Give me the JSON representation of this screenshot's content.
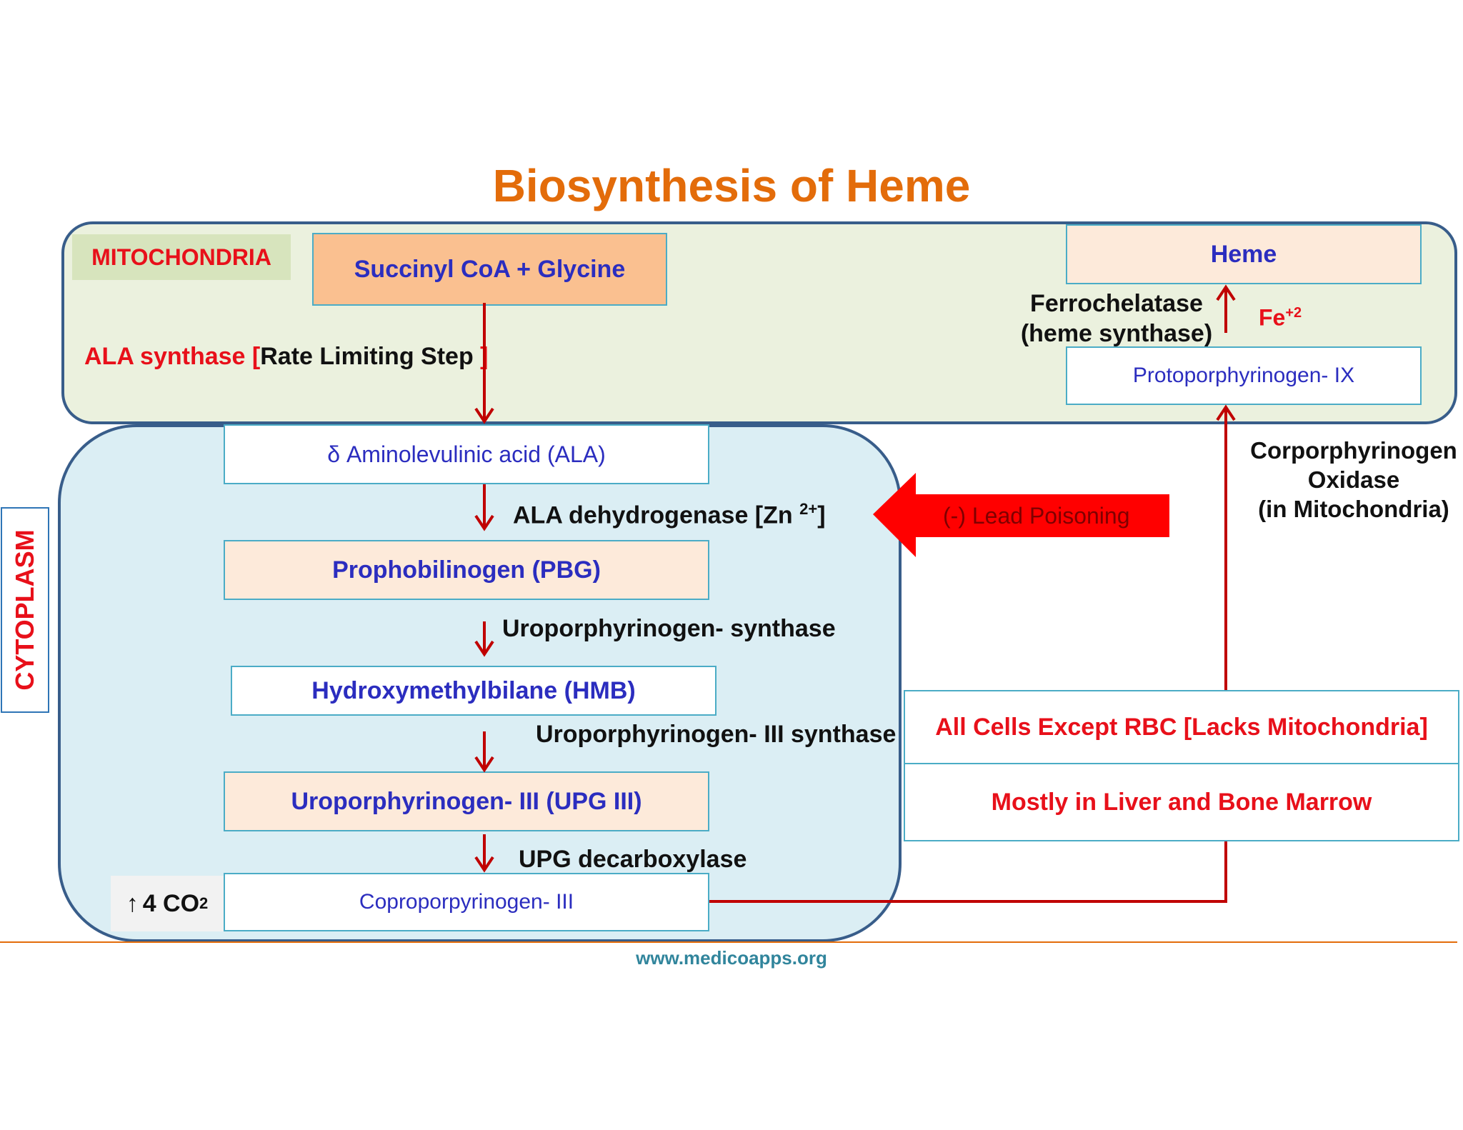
{
  "title": "Biosynthesis of Heme",
  "compartments": {
    "mitochondria": "MITOCHONDRIA",
    "cytoplasm": "CYTOPLASM"
  },
  "nodes": {
    "succinyl": "Succinyl CoA + Glycine",
    "ala": "δ Aminolevulinic acid (ALA)",
    "pbg": "Prophobilinogen (PBG)",
    "hmb": "Hydroxymethylbilane (HMB)",
    "upg3": "Uroporphyrinogen- III (UPG III)",
    "copro": "Coproporpyrinogen- III",
    "proto": "Protoporphyrinogen- IX",
    "heme": "Heme"
  },
  "enzymes": {
    "ala_synthase": "ALA synthase",
    "rate_bracket_open": "[",
    "rate_limiting": "Rate Limiting Step",
    "rate_bracket_close": "]",
    "ala_dehydrogenase": "ALA dehydrogenase [Zn",
    "zn_sup": "2+",
    "zn_close": "]",
    "uro_synthase": "Uroporphyrinogen- synthase",
    "uro3_synthase": "Uroporphyrinogen- III synthase",
    "upg_decarboxylase": "UPG decarboxylase",
    "copro_oxidase_1": "Corporphyrinogen",
    "copro_oxidase_2": "Oxidase",
    "copro_oxidase_3": "(in Mitochondria)",
    "ferro_1": "Ferrochelatase",
    "ferro_2": "(heme synthase)"
  },
  "co2": {
    "arrow": "↑",
    "text": "4 CO",
    "sub": "2"
  },
  "iron": {
    "text": "Fe",
    "sup": "+2"
  },
  "lead": "(-) Lead Poisoning",
  "cells_note": "All Cells Except RBC [Lacks Mitochondria]",
  "location_note": "Mostly in Liver and Bone Marrow",
  "footer": "www.medicoapps.org",
  "colors": {
    "title": "#e36c0a",
    "enzyme_red": "#e8101a",
    "node_blue": "#2b2dbf",
    "arrow": "#c00000",
    "mito_fill": "#ebf1de",
    "cyto_fill": "#dbeef4",
    "peach": "#fdeada",
    "orange_box": "#fac090",
    "footer": "#31859c"
  }
}
